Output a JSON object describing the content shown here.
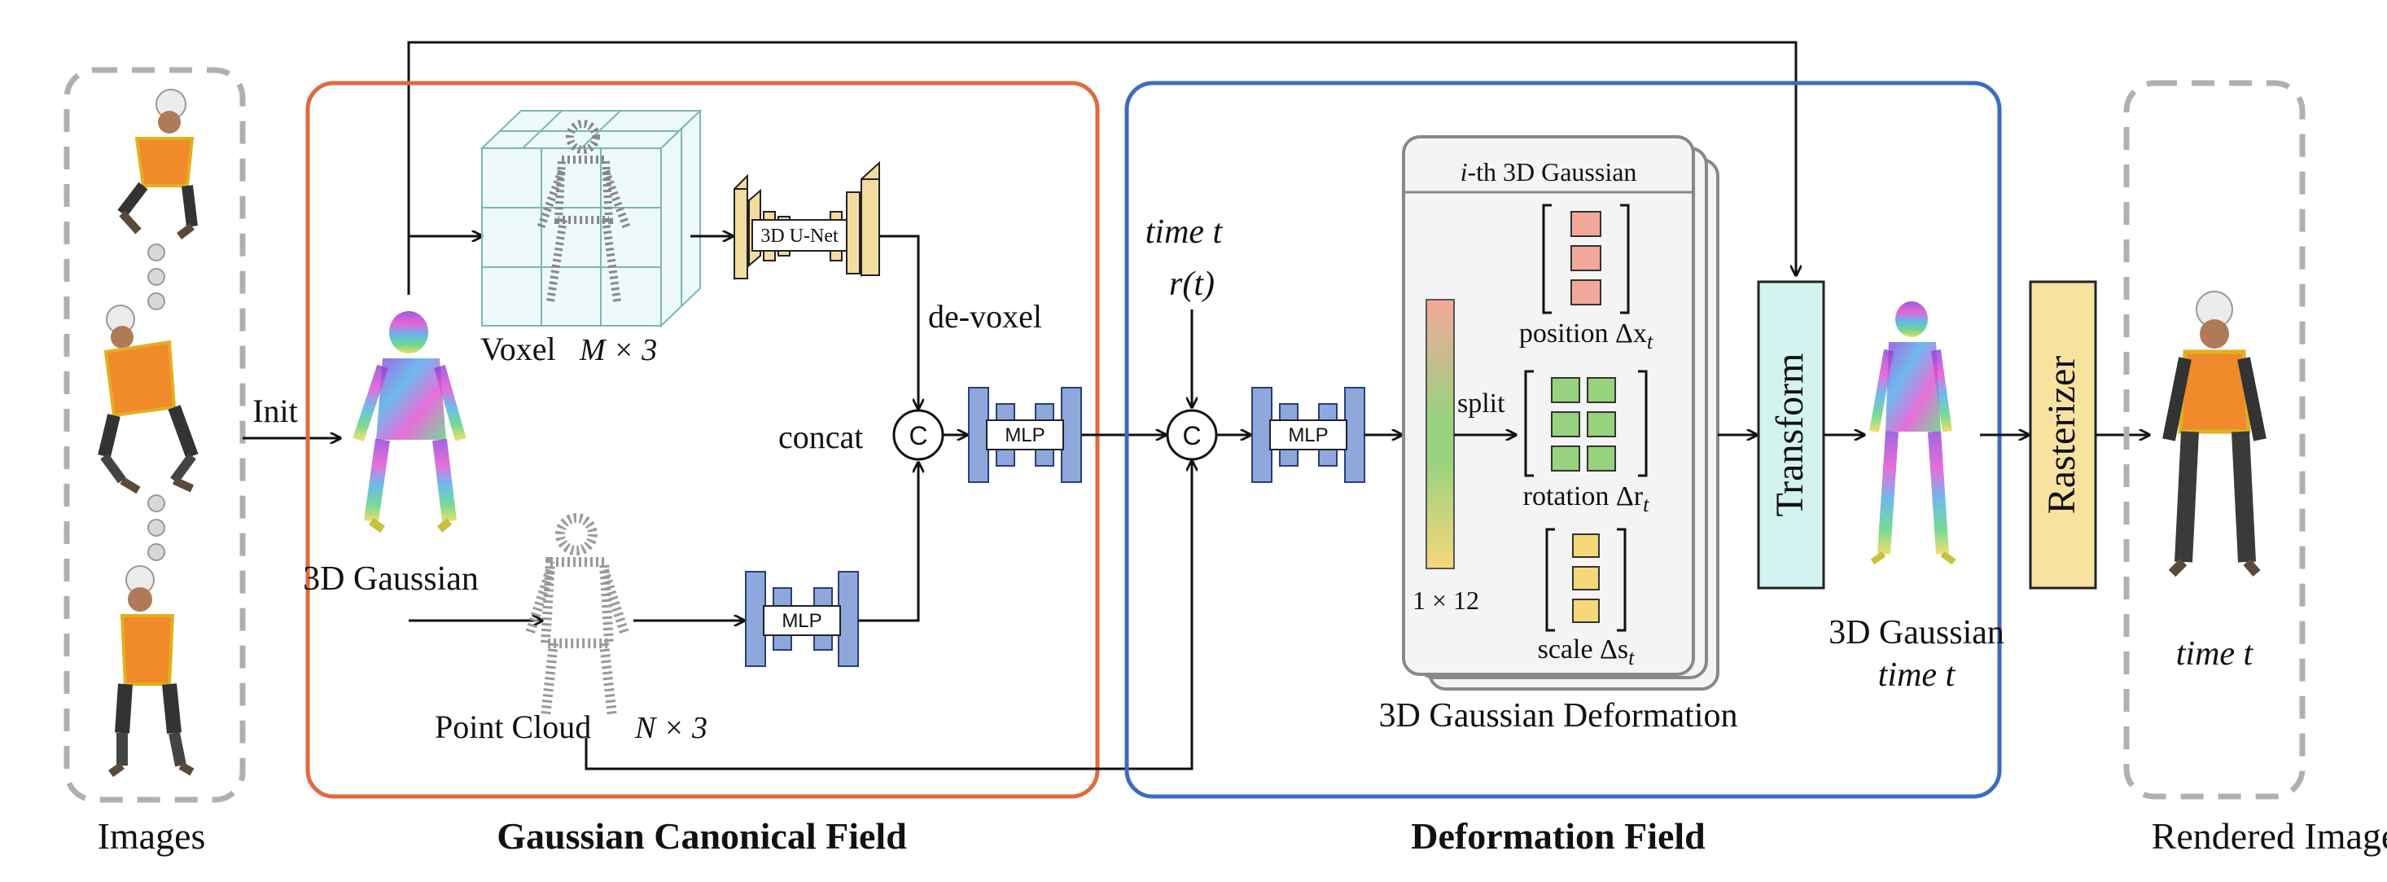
{
  "labels": {
    "images": "Images",
    "canonical_field": "Gaussian Canonical Field",
    "deformation_field": "Deformation Field",
    "rendered_image": "Rendered Image",
    "init": "Init",
    "voxel": "Voxel",
    "voxel_dim": "M × 3",
    "unet": "3D U-Net",
    "devoxel": "de-voxel",
    "concat": "concat",
    "gaussian_3d": "3D Gaussian",
    "point_cloud": "Point Cloud",
    "point_dim": "N × 3",
    "mlp": "MLP",
    "time_t": "time t",
    "r_t": "r(t)",
    "concat_symbol": "C",
    "ith_gaussian_prefix": "i",
    "ith_gaussian_suffix": "-th 3D Gaussian",
    "split": "split",
    "vector_dim": "1 × 12",
    "position": "position Δx",
    "position_sub": "t",
    "rotation": "rotation Δr",
    "rotation_sub": "t",
    "scale": "scale Δs",
    "scale_sub": "t",
    "gaussian_deformation": "3D Gaussian Deformation",
    "transform": "Transform",
    "gaussian_time_line1": "3D Gaussian",
    "gaussian_time_line2": "time t",
    "rasterizer": "Rasterizer",
    "output_time": "time t"
  },
  "colors": {
    "canonical_border": "#e06a3b",
    "deformation_border": "#3b6cc4",
    "mlp_blue": "#8fa8dc",
    "unet_yellow": "#f3dca0",
    "transform_cyan": "#d2f3ef",
    "rasterizer_yellow": "#f8e2a0",
    "position_red": "#f3a99a",
    "rotation_green": "#98d27f",
    "scale_yellow": "#f6d77a"
  }
}
